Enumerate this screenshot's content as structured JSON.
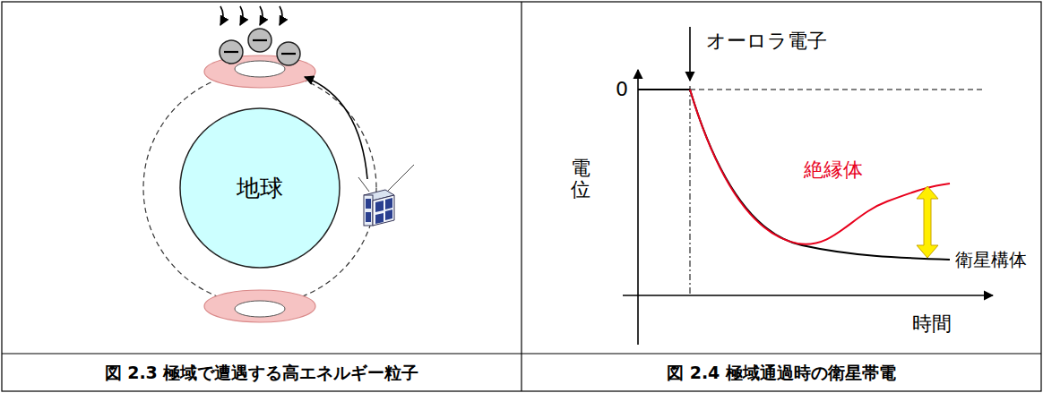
{
  "diagram": {
    "nodes": [
      {
        "text": [
          "地球"
        ]
      }
    ],
    "labels": [
      "オーロラ電子",
      "0",
      "電位",
      "絶縁体",
      "衛星構体",
      "時間",
      "図 2.3 極域で遭遇する高エネルギー粒子",
      "図 2.4 極域通過時の衛星帯電"
    ]
  }
}
